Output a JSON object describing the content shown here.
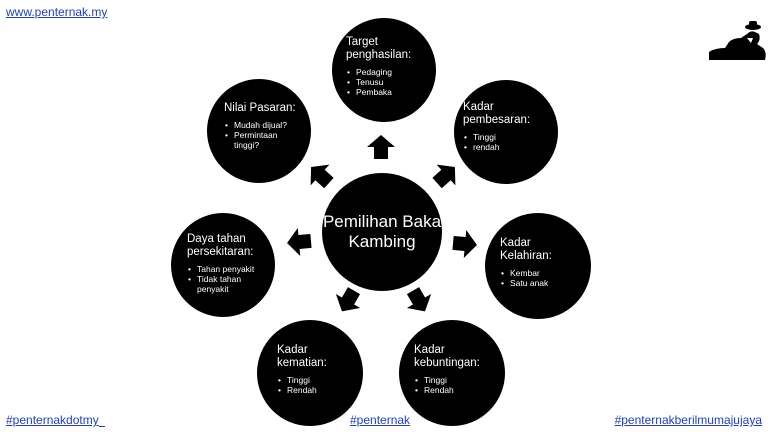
{
  "header": {
    "site_link": "www.penternak.my"
  },
  "center": {
    "title": "Pemilihan Baka Kambing"
  },
  "nodes": {
    "target": {
      "title": "Target penghasilan:",
      "items": [
        "Pedaging",
        "Tenusu",
        "Pembaka"
      ]
    },
    "nilai": {
      "title": "Nilai Pasaran:",
      "items": [
        "Mudah dijual?",
        "Permintaan tinggi?"
      ]
    },
    "pembesaran": {
      "title": "Kadar pembesaran:",
      "items": [
        "Tinggi",
        "rendah"
      ]
    },
    "daya": {
      "title": "Daya tahan persekitaran:",
      "items": [
        "Tahan penyakit",
        "Tidak tahan penyakit"
      ]
    },
    "kelahiran": {
      "title": "Kadar Kelahiran:",
      "items": [
        "Kembar",
        "Satu anak"
      ]
    },
    "kematian": {
      "title": "Kadar kematian:",
      "items": [
        "Tinggi",
        "Rendah"
      ]
    },
    "kebuntingan": {
      "title": "Kadar kebuntingan:",
      "items": [
        "Tinggi",
        "Rendah"
      ]
    }
  },
  "footer": {
    "tag_left": "#penternakdotmy",
    "tag_center": "#penternak",
    "tag_right": "#penternakberilmumajujaya"
  },
  "colors": {
    "node_fill": "#000000",
    "node_text": "#ffffff",
    "link": "#1f3fbf"
  }
}
